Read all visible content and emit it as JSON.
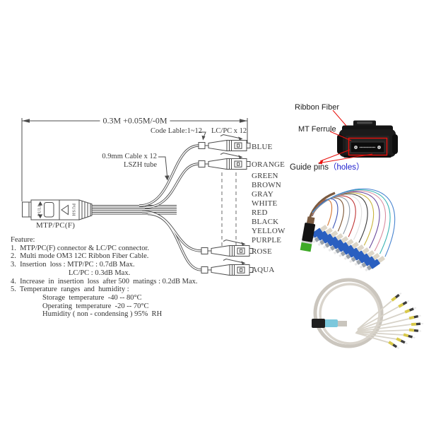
{
  "drawing": {
    "dimension_label": "0.3M +0.05M/-0M",
    "code_label": "Code Lable:1~12",
    "lc_count_label": "LC/PC x 12",
    "cable_label_line1": "0.9mm Cable x 12",
    "cable_label_line2": "LSZH tube",
    "mtp_connector_label": "MTP/PC(F)",
    "pull_text": "PULL",
    "push_text": "PUSH",
    "fiber_color_labels": [
      "BLUE",
      "ORANGE",
      "GREEN",
      "BROWN",
      "GRAY",
      "WHITE",
      "RED",
      "BLACK",
      "YELLOW",
      "PURPLE",
      "ROSE",
      "AQUA"
    ]
  },
  "features": {
    "lines": [
      "Feature:",
      "1.  MTP/PC(F) connector & LC/PC connector.",
      "2.  Multi mode OM3 12C Ribbon Fiber Cable.",
      "3.  Insertion  loss : MTP/PC : 0.7dB Max.",
      "LC/PC : 0.3dB Max.",
      "4.  Increase  in  insertion  loss  after 500  matings : 0.2dB Max.",
      "5.  Temperature  ranges  and  humidity :",
      "Storage  temperature  -40 -- 80°C",
      "Operating  temperature  -20 -- 70°C",
      "Humidity ( non - condensing ) 95%  RH"
    ]
  },
  "photo_annotations": {
    "ribbon_fiber": "Ribbon Fiber",
    "mt_ferrule": "MT Ferrule",
    "guide_pins": "Guide pins",
    "holes": "（holes）"
  },
  "palette": {
    "line_color": "#4d4d4d",
    "annotation_red": "#e8100c",
    "holes_blue": "#1a1acd",
    "mtp_green_tip": "#3faa28",
    "lc_blue": "#2a5fc0",
    "aqua_boot": "#7cc8dc"
  }
}
